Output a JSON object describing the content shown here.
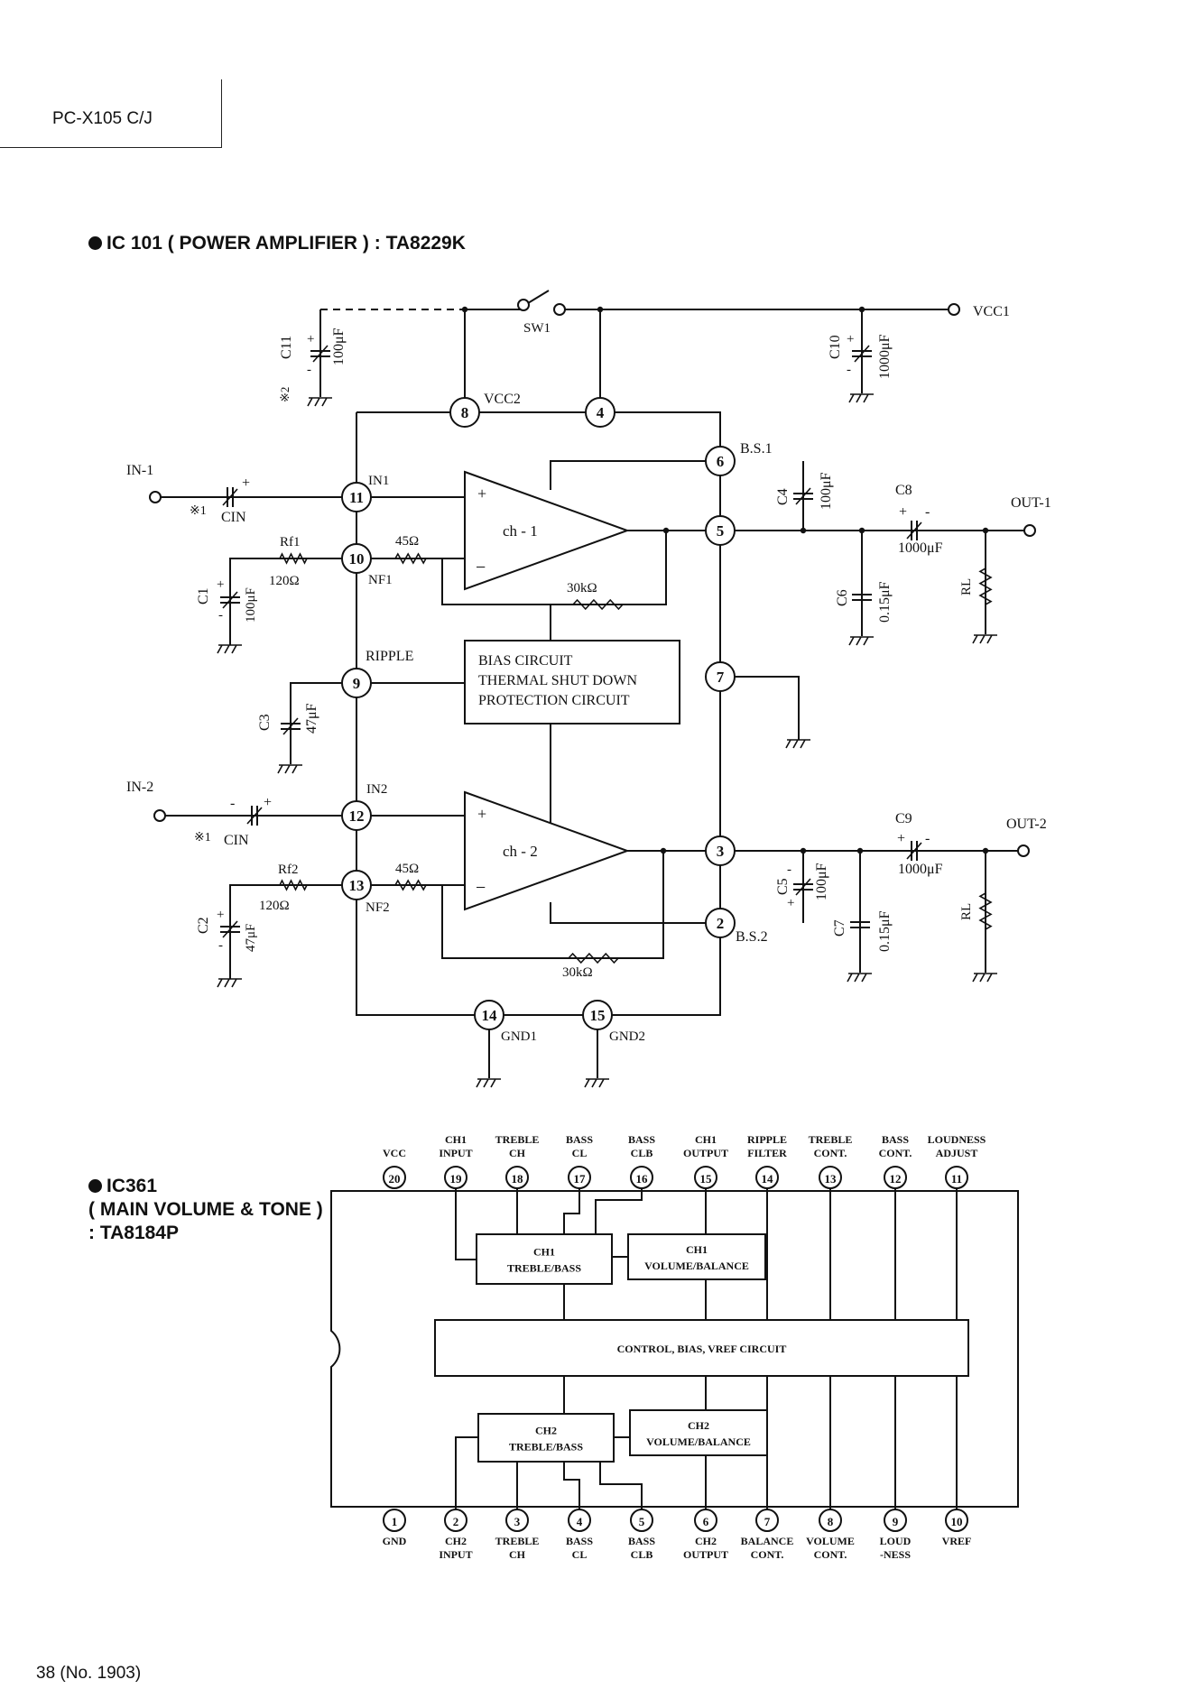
{
  "header": {
    "model": "PC-X105 C/J",
    "footer": "38  (No. 1903)"
  },
  "ic101": {
    "title": "IC 101 ( POWER AMPLIFIER ) : TA8229K",
    "sw": "SW1",
    "vcc1": "VCC1",
    "vcc2": "VCC2",
    "in1": "IN-1",
    "in2": "IN-2",
    "out1": "OUT-1",
    "out2": "OUT-2",
    "in1_pin": "IN1",
    "in2_pin": "IN2",
    "nf1": "NF1",
    "nf2": "NF2",
    "ripple": "RIPPLE",
    "bs1": "B.S.1",
    "bs2": "B.S.2",
    "gnd1": "GND1",
    "gnd2": "GND2",
    "ch1": "ch - 1",
    "ch2": "ch - 2",
    "bias_lines": [
      "BIAS CIRCUIT",
      "THERMAL SHUT DOWN",
      "PROTECTION CIRCUIT"
    ],
    "r_45": "45Ω",
    "r_30k": "30kΩ",
    "r_120": "120Ω",
    "rf1": "Rf1",
    "rf2": "Rf2",
    "cin": "CIN",
    "note1": "※1",
    "note2": "※2",
    "rl": "RL",
    "c_labels": {
      "c11": "C11",
      "c10": "C10",
      "c4": "C4",
      "c8": "C8",
      "c6": "C6",
      "c1": "C1",
      "c3": "C3",
      "c2": "C2",
      "c5": "C5",
      "c7": "C7",
      "c9": "C9"
    },
    "c_values": {
      "c11": "100μF",
      "c10": "1000μF",
      "c4": "100μF",
      "c8": "1000μF",
      "c6": "0.15μF",
      "c1": "100μF",
      "c3": "47μF",
      "c2": "47μF",
      "c5": "100μF",
      "c7": "0.15μF",
      "c9": "1000μF"
    },
    "pins": [
      "8",
      "4",
      "6",
      "11",
      "5",
      "10",
      "9",
      "7",
      "12",
      "3",
      "13",
      "2",
      "14",
      "15"
    ]
  },
  "ic361": {
    "title_lines": [
      "IC361",
      "( MAIN VOLUME & TONE )",
      ": TA8184P"
    ],
    "top_pins": [
      {
        "num": "20",
        "label": [
          "VCC"
        ]
      },
      {
        "num": "19",
        "label": [
          "CH1",
          "INPUT"
        ]
      },
      {
        "num": "18",
        "label": [
          "TREBLE",
          "CH"
        ]
      },
      {
        "num": "17",
        "label": [
          "BASS",
          "CL"
        ]
      },
      {
        "num": "16",
        "label": [
          "BASS",
          "CLB"
        ]
      },
      {
        "num": "15",
        "label": [
          "CH1",
          "OUTPUT"
        ]
      },
      {
        "num": "14",
        "label": [
          "RIPPLE",
          "FILTER"
        ]
      },
      {
        "num": "13",
        "label": [
          "TREBLE",
          "CONT."
        ]
      },
      {
        "num": "12",
        "label": [
          "BASS",
          "CONT."
        ]
      },
      {
        "num": "11",
        "label": [
          "LOUDNESS",
          "ADJUST"
        ]
      }
    ],
    "bottom_pins": [
      {
        "num": "1",
        "label": [
          "GND"
        ]
      },
      {
        "num": "2",
        "label": [
          "CH2",
          "INPUT"
        ]
      },
      {
        "num": "3",
        "label": [
          "TREBLE",
          "CH"
        ]
      },
      {
        "num": "4",
        "label": [
          "BASS",
          "CL"
        ]
      },
      {
        "num": "5",
        "label": [
          "BASS",
          "CLB"
        ]
      },
      {
        "num": "6",
        "label": [
          "CH2",
          "OUTPUT"
        ]
      },
      {
        "num": "7",
        "label": [
          "BALANCE",
          "CONT."
        ]
      },
      {
        "num": "8",
        "label": [
          "VOLUME",
          "CONT."
        ]
      },
      {
        "num": "9",
        "label": [
          "LOUD",
          "-NESS"
        ]
      },
      {
        "num": "10",
        "label": [
          "VREF"
        ]
      }
    ],
    "blocks": {
      "ch1_tb": [
        "CH1",
        "TREBLE/BASS"
      ],
      "ch1_vb": [
        "CH1",
        "VOLUME/BALANCE"
      ],
      "ctrl": "CONTROL, BIAS, VREF CIRCUIT",
      "ch2_tb": [
        "CH2",
        "TREBLE/BASS"
      ],
      "ch2_vb": [
        "CH2",
        "VOLUME/BALANCE"
      ]
    }
  }
}
